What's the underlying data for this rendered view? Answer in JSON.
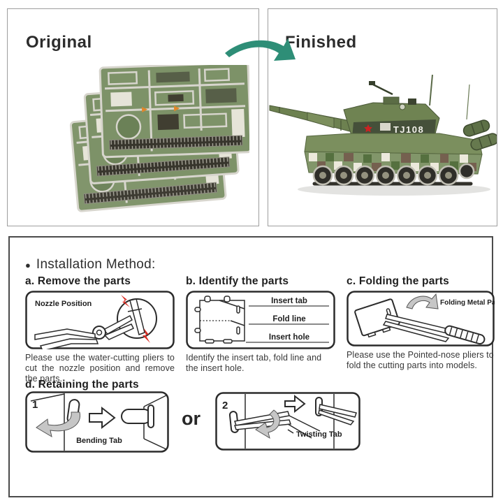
{
  "panels": {
    "original": {
      "title": "Original"
    },
    "finished": {
      "title": "Finished",
      "tank_marking": "TJ108"
    }
  },
  "installation": {
    "bullet": "●",
    "header": "Installation Method:",
    "steps": [
      {
        "id": "a",
        "title": "a. Remove the parts",
        "diagram_label": "Nozzle Position",
        "caption": "Please use the water-cutting pliers to cut the nozzle position and remove the parts."
      },
      {
        "id": "b",
        "title": "b. Identify the parts",
        "labels": [
          "Insert tab",
          "Fold line",
          "Insert hole"
        ],
        "caption": "Identify the insert tab, fold line and the insert hole."
      },
      {
        "id": "c",
        "title": "c. Folding the parts",
        "diagram_label": "Folding Metal Part",
        "caption": "Please use the Pointed-nose pliers to fold the cutting parts into models."
      },
      {
        "id": "d",
        "title": "d. Retaining the parts",
        "separator": "or",
        "options": [
          {
            "number": "1",
            "label": "Bending Tab"
          },
          {
            "number": "2",
            "label": "Twisting Tab"
          }
        ]
      }
    ]
  },
  "colors": {
    "accent_teal": "#2E8E77",
    "bolt_red": "#D92B21",
    "camo_green": "#7D9268",
    "camo_dark_green": "#55703F",
    "camo_brown": "#75604F",
    "camo_light": "#ECE9DC",
    "metal_silver": "#D7D5CD",
    "ink": "#2B2B2B"
  }
}
